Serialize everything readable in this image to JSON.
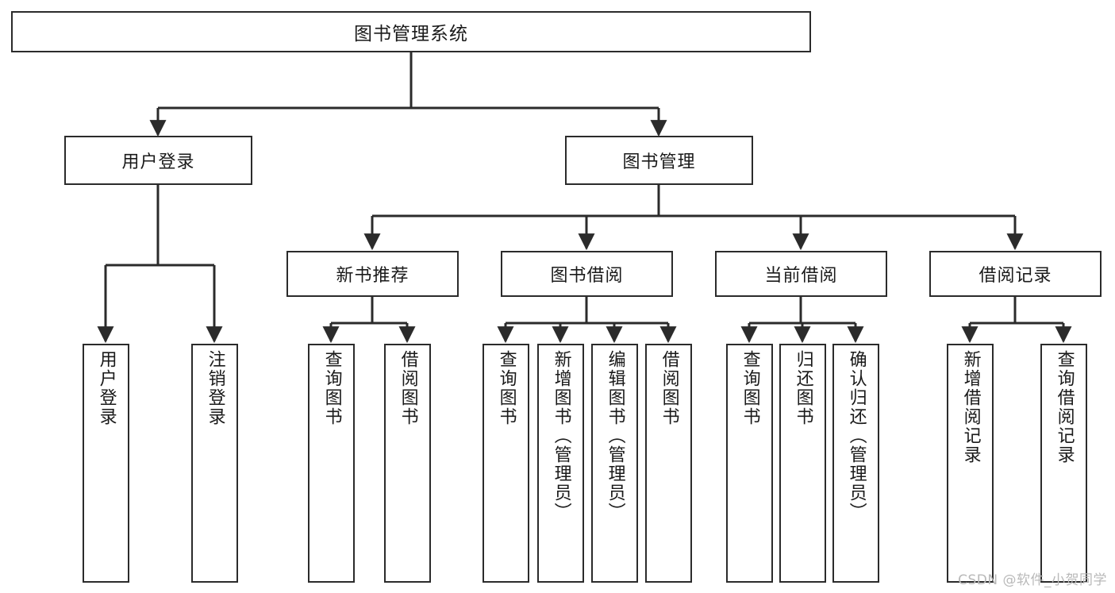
{
  "diagram": {
    "type": "tree",
    "title": "图书管理系统",
    "watermark": "CSDN @软件_小贺同学",
    "colors": {
      "box_border": "#2b2b2b",
      "box_fill": "#ffffff",
      "edge": "#2b2b2b",
      "text": "#1a1a1a",
      "watermark": "#b9b9b9",
      "background": "#ffffff"
    },
    "root": {
      "label": "图书管理系统"
    },
    "level2": [
      {
        "id": "user-login",
        "label": "用户登录"
      },
      {
        "id": "book-manage",
        "label": "图书管理"
      }
    ],
    "level3": [
      {
        "id": "new-book-rec",
        "label": "新书推荐",
        "parent": "book-manage"
      },
      {
        "id": "book-borrow",
        "label": "图书借阅",
        "parent": "book-manage"
      },
      {
        "id": "current-borrow",
        "label": "当前借阅",
        "parent": "book-manage"
      },
      {
        "id": "borrow-record",
        "label": "借阅记录",
        "parent": "book-manage"
      }
    ],
    "leaves": [
      {
        "id": "leaf-user-login",
        "label": "用户登录",
        "parent": "user-login"
      },
      {
        "id": "leaf-logout",
        "label": "注销登录",
        "parent": "user-login"
      },
      {
        "id": "leaf-query-book-1",
        "label": "查询图书",
        "parent": "new-book-rec"
      },
      {
        "id": "leaf-borrow-book-1",
        "label": "借阅图书",
        "parent": "new-book-rec"
      },
      {
        "id": "leaf-query-book-2",
        "label": "查询图书",
        "parent": "book-borrow"
      },
      {
        "id": "leaf-add-book",
        "label": "新增图书（管理员）",
        "parent": "book-borrow"
      },
      {
        "id": "leaf-edit-book",
        "label": "编辑图书（管理员）",
        "parent": "book-borrow"
      },
      {
        "id": "leaf-borrow-book-2",
        "label": "借阅图书",
        "parent": "book-borrow"
      },
      {
        "id": "leaf-query-book-3",
        "label": "查询图书",
        "parent": "current-borrow"
      },
      {
        "id": "leaf-return-book",
        "label": "归还图书",
        "parent": "current-borrow"
      },
      {
        "id": "leaf-confirm-return",
        "label": "确认归还（管理员）",
        "parent": "current-borrow"
      },
      {
        "id": "leaf-add-record",
        "label": "新增借阅记录",
        "parent": "borrow-record"
      },
      {
        "id": "leaf-query-record",
        "label": "查询借阅记录",
        "parent": "borrow-record"
      }
    ]
  }
}
